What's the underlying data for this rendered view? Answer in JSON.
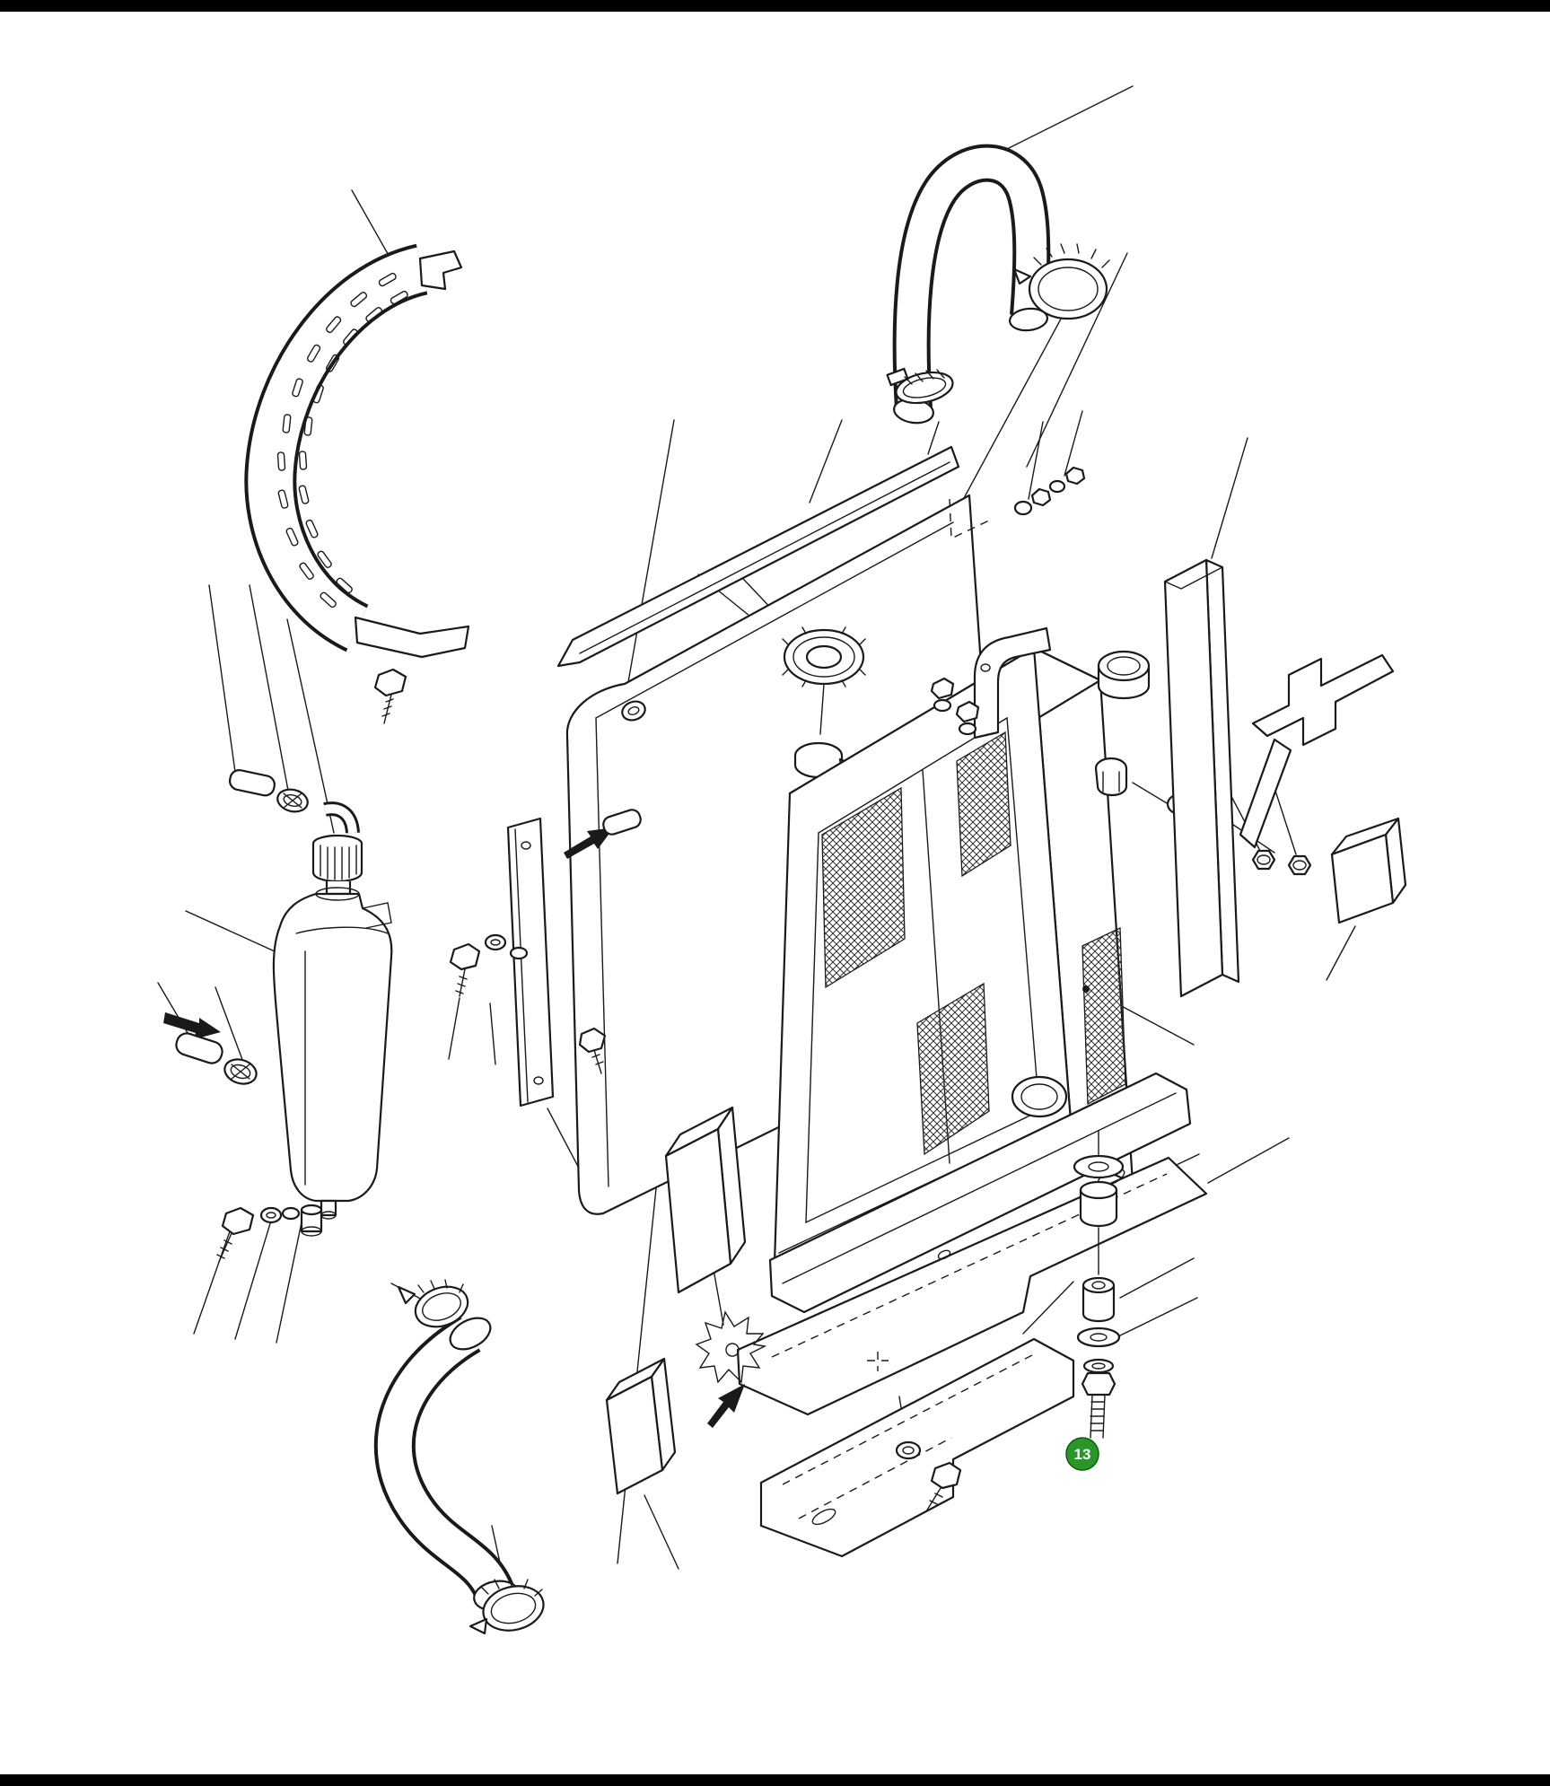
{
  "page": {
    "background": "#ffffff",
    "line_color": "#1a1a1a",
    "top_bar_color": "#000000",
    "bottom_bar_color": "#000000"
  },
  "callout": {
    "label": "13",
    "color": "#2a962a",
    "text_color": "#ffffff"
  },
  "diagram": {
    "type": "exploded-parts-diagram",
    "subject": "radiator-cooling-assembly"
  },
  "parts": [
    "upper-radiator-hose",
    "upper-hose-clamp",
    "detached-clamp-ring",
    "fan-guard-strap",
    "strap-bolt",
    "overflow-hose",
    "overflow-hose-clamp",
    "tank-cap",
    "expansion-tank",
    "direction-arrow-left",
    "tank-lower-hose",
    "tank-lower-hose-clamp",
    "tank-mount-bolt",
    "tank-mount-washers",
    "tank-mount-spacer",
    "side-seal-strip",
    "panel-bolts",
    "top-rail",
    "rear-shroud-panel",
    "panel-grommet",
    "panel-corner-screws",
    "filler-plate",
    "radiator-cap",
    "radiator",
    "radiator-filler-fitting",
    "radiator-outlet",
    "upper-mount-bracket",
    "bracket-bolts",
    "drain-plug",
    "plug-washers",
    "side-channel",
    "support-bracket",
    "support-nuts",
    "mount-cube",
    "lower-support-strip",
    "lower-tray-plate",
    "bottom-mount-bracket",
    "bracket-bolt-washer",
    "break-symbol",
    "direction-arrow-bottom",
    "foam-pad-upper",
    "foam-pad-lower",
    "lower-radiator-hose",
    "lower-hose-clamp-upper",
    "lower-hose-clamp-lower",
    "mount-washer-large",
    "mount-bushing",
    "mount-spacer",
    "mount-washer-medium",
    "mount-washer-small",
    "mount-bolt",
    "callout-13"
  ]
}
